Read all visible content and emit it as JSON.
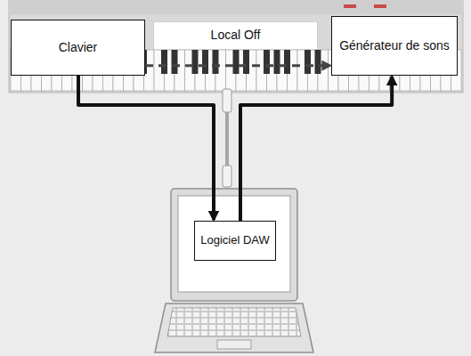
{
  "diagram": {
    "nodes": [
      {
        "text": [
          "Clavier"
        ]
      },
      {
        "text": [
          "Local Off"
        ]
      },
      {
        "text": [
          "Générateur de sons"
        ]
      },
      {
        "text": [
          "Logiciel DAW"
        ]
      }
    ],
    "edges": [
      {
        "from": 0,
        "to": 3,
        "arrow": "to"
      },
      {
        "from": 3,
        "to": 2,
        "arrow": "to"
      },
      {
        "from": 0,
        "to": 2,
        "arrow": "to"
      }
    ]
  }
}
